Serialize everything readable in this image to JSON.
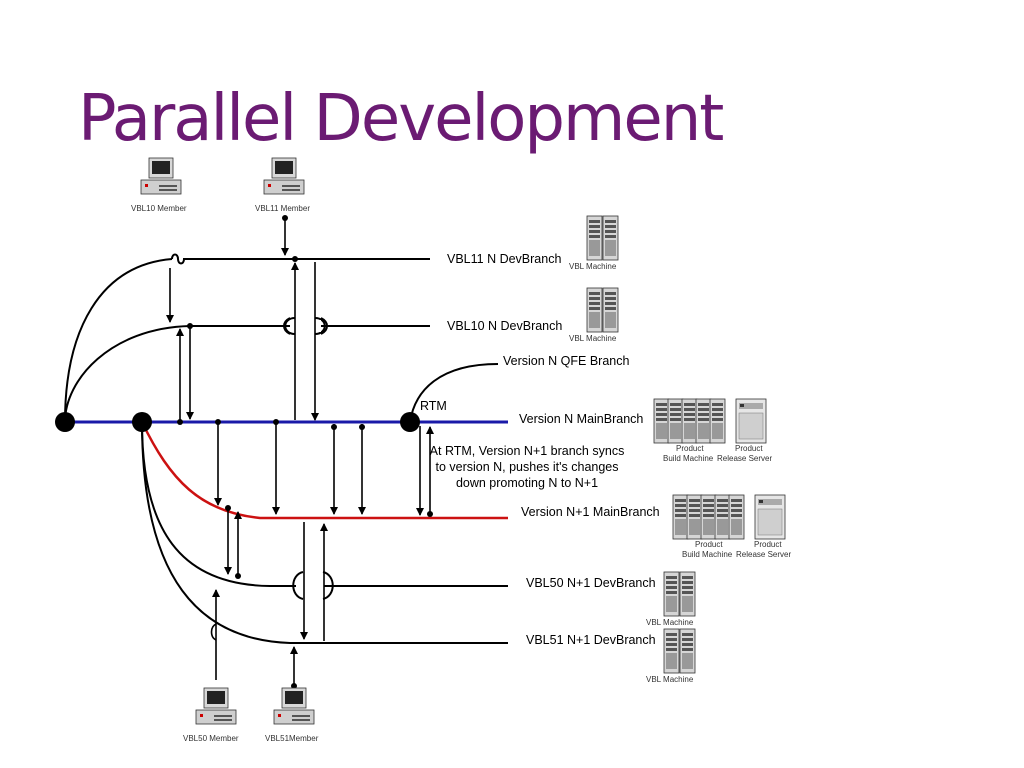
{
  "title": "Parallel Development",
  "colors": {
    "title": "#6b1b73",
    "main_branch": "#1a1aa8",
    "next_branch": "#cc1111"
  },
  "branches": {
    "vbl11": "VBL11 N DevBranch",
    "vbl10": "VBL10 N DevBranch",
    "qfe": "Version N QFE Branch",
    "main": "Version N MainBranch",
    "next": "Version N+1 MainBranch",
    "vbl50": "VBL50 N+1 DevBranch",
    "vbl51": "VBL51 N+1 DevBranch"
  },
  "rtm_label": "RTM",
  "note": [
    "At RTM, Version N+1 branch syncs",
    "to version N, pushes it's changes",
    "down promoting N to N+1"
  ],
  "machines": {
    "vbl_machine": "VBL Machine",
    "product_build": "Product",
    "build_machine": "Build Machine",
    "product_release": "Product",
    "release_server": "Release Server"
  },
  "members": {
    "vbl10": "VBL10 Member",
    "vbl11": "VBL11 Member",
    "vbl50": "VBL50 Member",
    "vbl51": "VBL51Member"
  },
  "icons": [
    "workstation-icon",
    "server-icon",
    "server-rack-icon"
  ]
}
